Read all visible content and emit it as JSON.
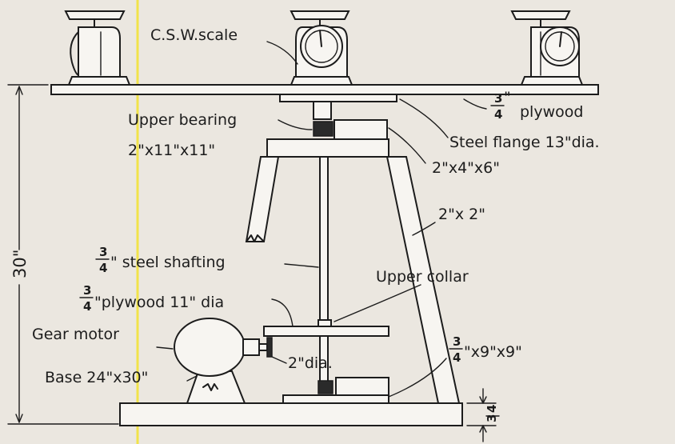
{
  "labels": {
    "scale": "C.S.W.scale",
    "top_plywood_num": "3",
    "top_plywood_den": "4",
    "top_plywood_unit": "\"",
    "top_plywood_text": "plywood",
    "upper_bearing": "Upper bearing",
    "steel_flange": "Steel flange 13\"dia.",
    "block_2x11x11": "2\"x11\"x11\"",
    "block_2x4x6": "2\"x4\"x6\"",
    "leg_2x2": "2\"x 2\"",
    "height": "30\"",
    "shafting_num": "3",
    "shafting_den": "4",
    "shafting_text": "\" steel shafting",
    "upper_collar": "Upper collar",
    "plywood_disc_num": "3",
    "plywood_disc_den": "4",
    "plywood_disc_text": "\"plywood 11\" dia",
    "gear_motor": "Gear motor",
    "pulley": "2\"dia.",
    "base_block_num": "3",
    "base_block_den": "4",
    "base_block_text": "\"x9\"x9\"",
    "base": "Base 24\"x30\"",
    "base_thickness_num": "3",
    "base_thickness_den": "4"
  }
}
